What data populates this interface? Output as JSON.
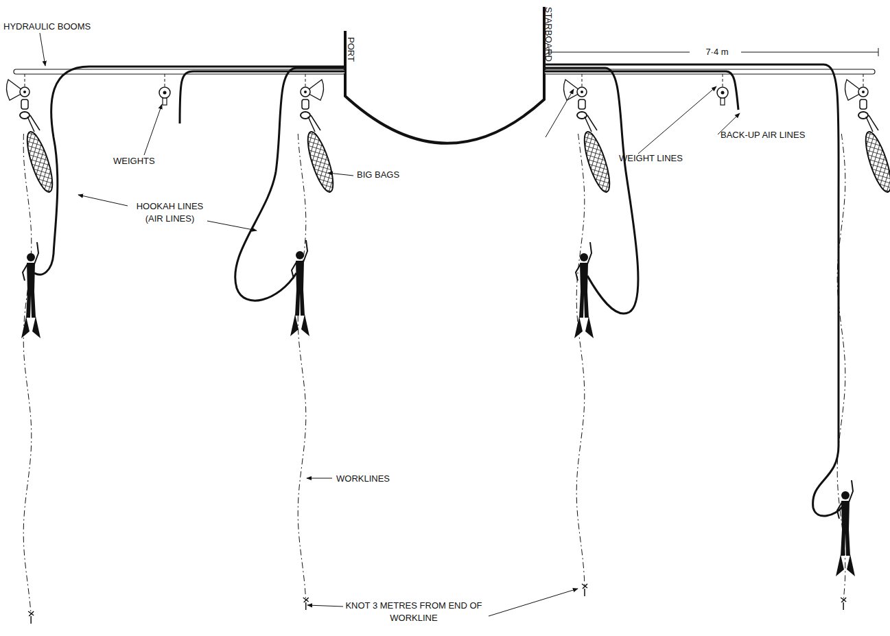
{
  "diagram": {
    "labels": [
      "HYDRAULIC BOOMS",
      "PORT",
      "STARBOARD",
      "7·4 m",
      "WEIGHTS",
      "BIG BAGS",
      "HOOKAH LINES (AIR LINES)",
      "WEIGHT LINES",
      "BACK-UP AIR LINES",
      "WORKLINES",
      "KNOT 3 METRES FROM END OF WORKLINE"
    ]
  }
}
